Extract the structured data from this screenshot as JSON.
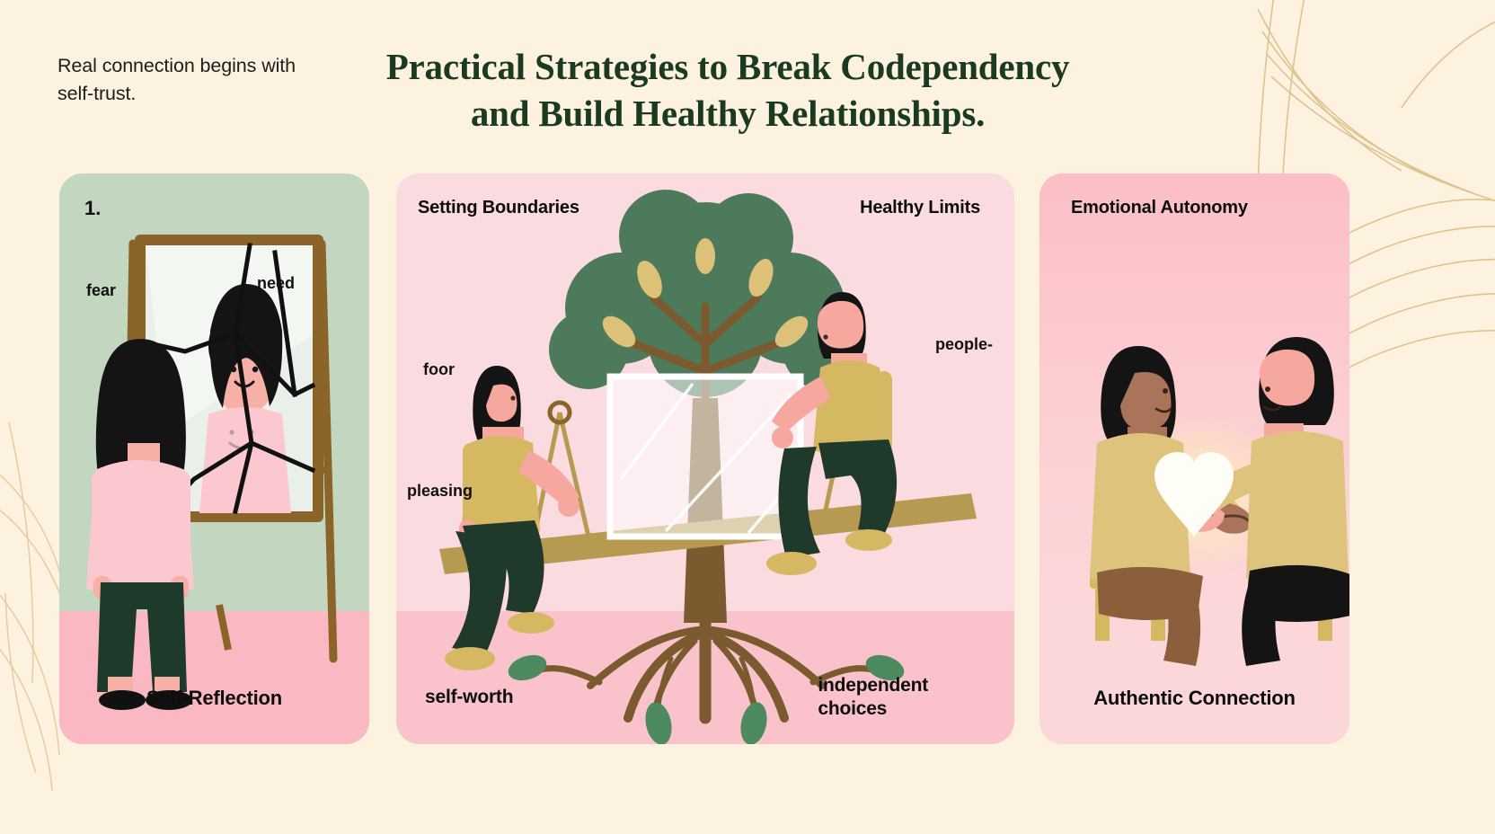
{
  "theme": {
    "background": "#fdf1e0",
    "title_color": "#1b3a22",
    "deco_color": "#d9bc7e",
    "card1_bg": "#c3d6c0",
    "card2_bg": "#fadce0",
    "card3_bg": "#fbbfc6",
    "floor_pink": "#fab9c2",
    "tree_green": "#4e7a5c",
    "leaf_gold": "#ddc178",
    "wood_brown": "#7a5a2e",
    "clothing_gold": "#d6b863",
    "pants_green": "#1f3a2a",
    "skin_light": "#f5a9a0",
    "skin_dark": "#a9745a",
    "heart_glow": "#fffdf2"
  },
  "header": {
    "tagline": "Real connection begins with self-trust.",
    "title_line1": "Practical Strategies to Break Codependency",
    "title_line2": "and Build Healthy Relationships."
  },
  "cards": [
    {
      "id": "card1",
      "number": "1.",
      "footer": "Self-Reflection",
      "labels": [
        "fear",
        "need"
      ],
      "illustration": "woman-facing-broken-mirror"
    },
    {
      "id": "card2",
      "header_left": "Setting Boundaries",
      "header_right": "Healthy Limits",
      "footer_left": "self-worth",
      "footer_right_line1": "independent",
      "footer_right_line2": "choices",
      "labels": [
        "foor",
        "pleasing",
        "people-"
      ],
      "illustration": "two-people-balancing-seesaw-with-tree"
    },
    {
      "id": "card3",
      "header": "Emotional Autonomy",
      "footer": "Authentic Connection",
      "illustration": "two-people-sharing-glowing-heart"
    }
  ]
}
